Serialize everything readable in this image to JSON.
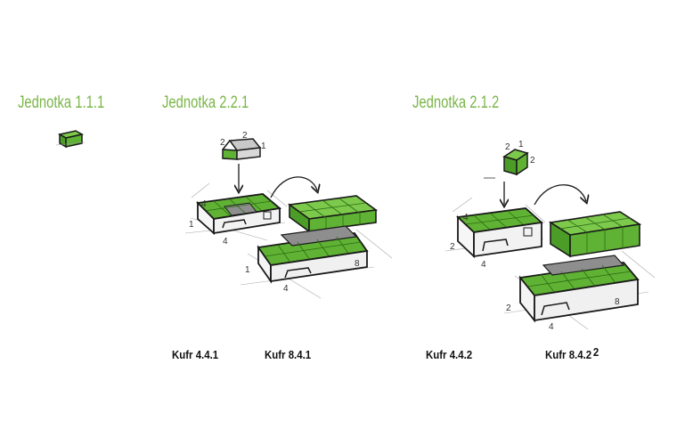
{
  "units": [
    {
      "title": "Jednotka 1.1.1"
    },
    {
      "title": "Jednotka 2.2.1"
    },
    {
      "title": "Jednotka 2.1.2"
    }
  ],
  "cases": [
    {
      "label": "Kufr 4.4.1"
    },
    {
      "label": "Kufr 8.4.1"
    },
    {
      "label": "Kufr 4.4.2"
    },
    {
      "label": "Kufr 8.4.2"
    }
  ],
  "dims": {
    "n1": "1",
    "n2": "2",
    "n4": "4",
    "n8": "8"
  },
  "colors": {
    "title_green": "#7ab648",
    "box_green": "#5fb233",
    "box_green_dark": "#3f8a20",
    "outline": "#1a1a1a",
    "case_gray": "#8e8e8e"
  }
}
